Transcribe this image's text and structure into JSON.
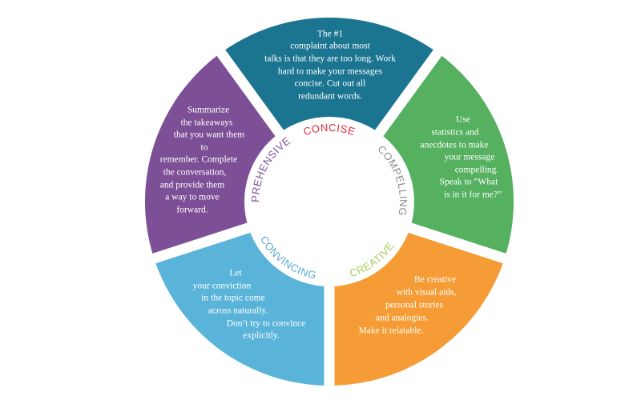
{
  "segments": [
    {
      "key": "concise",
      "label": "CONCISE",
      "color": "#1b7591",
      "label_color": "#e0283a",
      "lines": [
        "The #1",
        "complaint about most",
        "talks is that they are too long. Work",
        "hard to make your messages",
        "concise. Cut out all",
        "redundant words."
      ]
    },
    {
      "key": "compelling",
      "label": "COMPELLING",
      "color": "#55b060",
      "label_color": "#8a8a8a",
      "lines": [
        "Use",
        "statistics and",
        "anecdotes to make",
        "your message",
        "compelling.",
        "Speak to “What",
        "is in it for me?”"
      ]
    },
    {
      "key": "creative",
      "label": "CREATIVE",
      "color": "#f59c36",
      "label_color": "#a6cd5a",
      "lines": [
        "Be creative",
        "with visual aids,",
        "personal stories",
        "and analogies.",
        "Make it relatable."
      ]
    },
    {
      "key": "convincing",
      "label": "CONVINCING",
      "color": "#5ab4d9",
      "label_color": "#5aa8cc",
      "lines": [
        "Let",
        "your conviction",
        "in the topic come",
        "across naturally.",
        "Don’t try to convince",
        "explicitly."
      ]
    },
    {
      "key": "comprehensive",
      "label": "COMPREHENSIVE",
      "color": "#7d4f96",
      "label_color": "#7d4f96",
      "lines": [
        "Summarize",
        "the takeaways",
        "that you want them",
        "to",
        "remember. Complete",
        "the conversation,",
        "and provide them",
        "a way to move",
        "forward."
      ]
    }
  ]
}
